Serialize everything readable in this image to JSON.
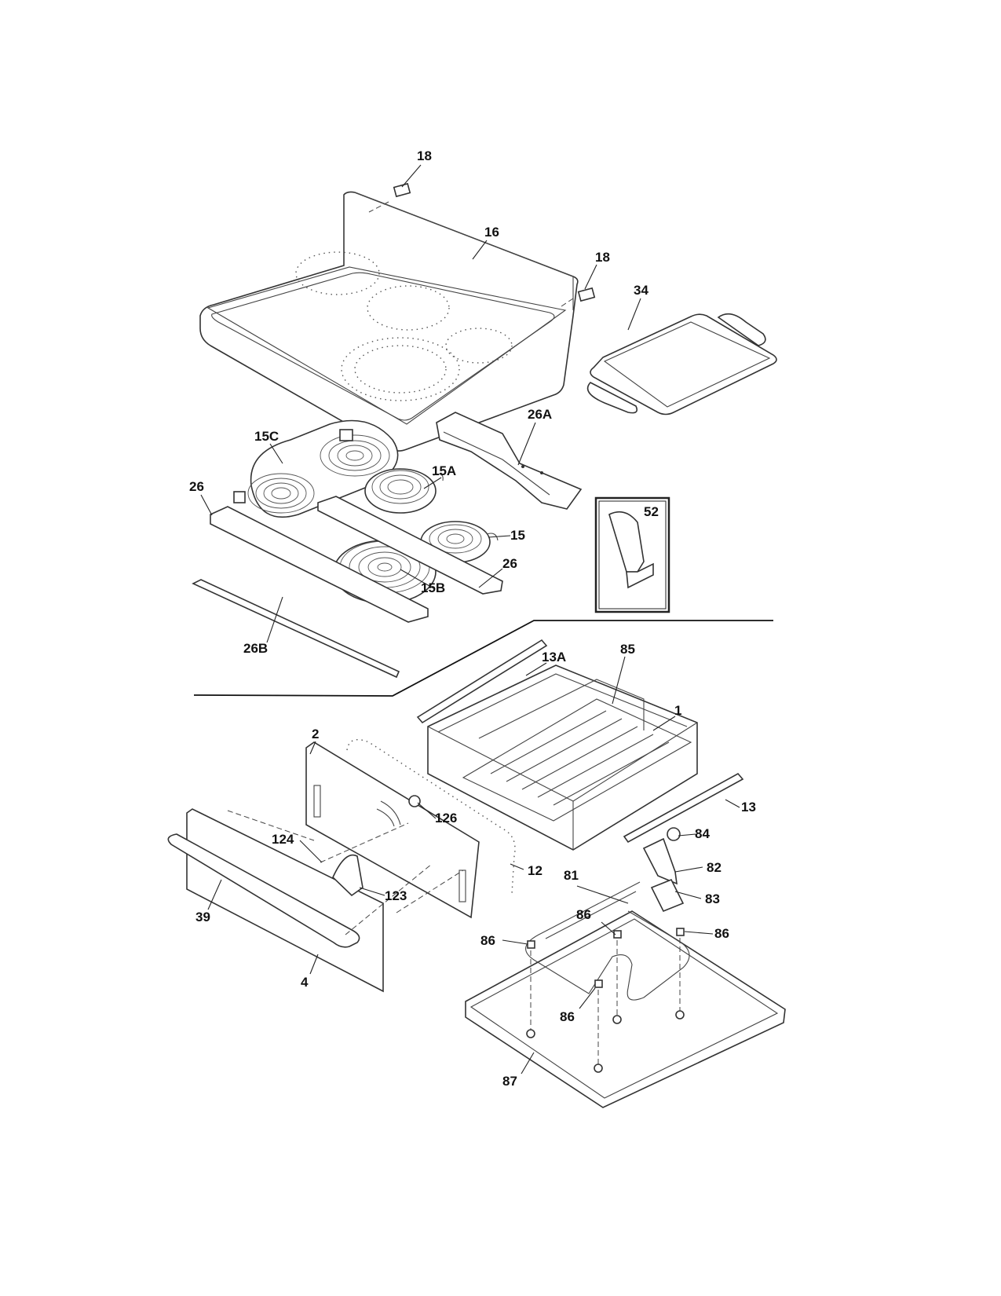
{
  "callouts": {
    "c18a": "18",
    "c16": "16",
    "c18b": "18",
    "c34": "34",
    "c26A": "26A",
    "c15C": "15C",
    "c15A": "15A",
    "c26a": "26",
    "c52": "52",
    "c15": "15",
    "c26b": "26",
    "c15B": "15B",
    "c26B": "26B",
    "c13A": "13A",
    "c85": "85",
    "c1": "1",
    "c2": "2",
    "c126": "126",
    "c13": "13",
    "c124": "124",
    "c84": "84",
    "c12": "12",
    "c82": "82",
    "c81": "81",
    "c123": "123",
    "c83": "83",
    "c39": "39",
    "c86a": "86",
    "c86b": "86",
    "c86c": "86",
    "c4": "4",
    "c86d": "86",
    "c87": "87"
  }
}
